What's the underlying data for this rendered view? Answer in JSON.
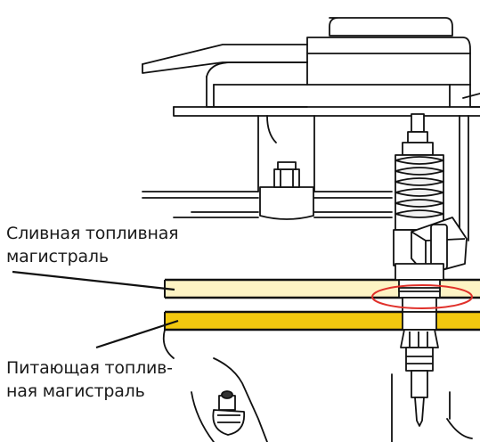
{
  "labels": {
    "return_line": [
      "Сливная топливная",
      "магистраль"
    ],
    "supply_line": [
      "Питающая топлив-",
      "ная магистраль"
    ]
  },
  "colors": {
    "return_line_fill": "#fdf3c4",
    "supply_line_fill": "#f2c80f",
    "highlight_ellipse": "#e0302a",
    "outline": "#111111"
  }
}
